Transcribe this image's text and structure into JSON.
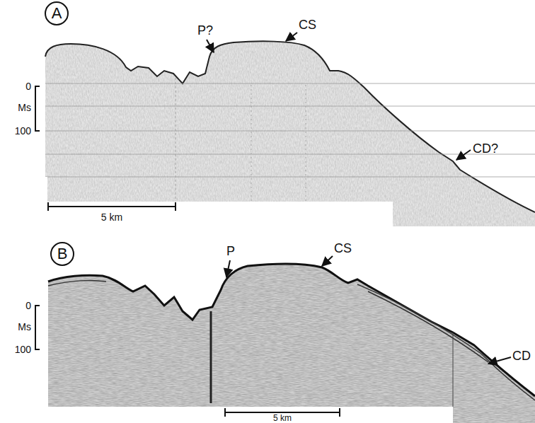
{
  "diagram": {
    "nodes": [
      {
        "text": [
          "A"
        ]
      },
      {
        "text": [
          "B"
        ]
      }
    ],
    "labels": [
      "P?",
      "CS",
      "0",
      "Ms",
      "100",
      "CD?",
      "5 km",
      "P",
      "CS",
      "0",
      "Ms",
      "100",
      "CD",
      "5 km"
    ]
  }
}
